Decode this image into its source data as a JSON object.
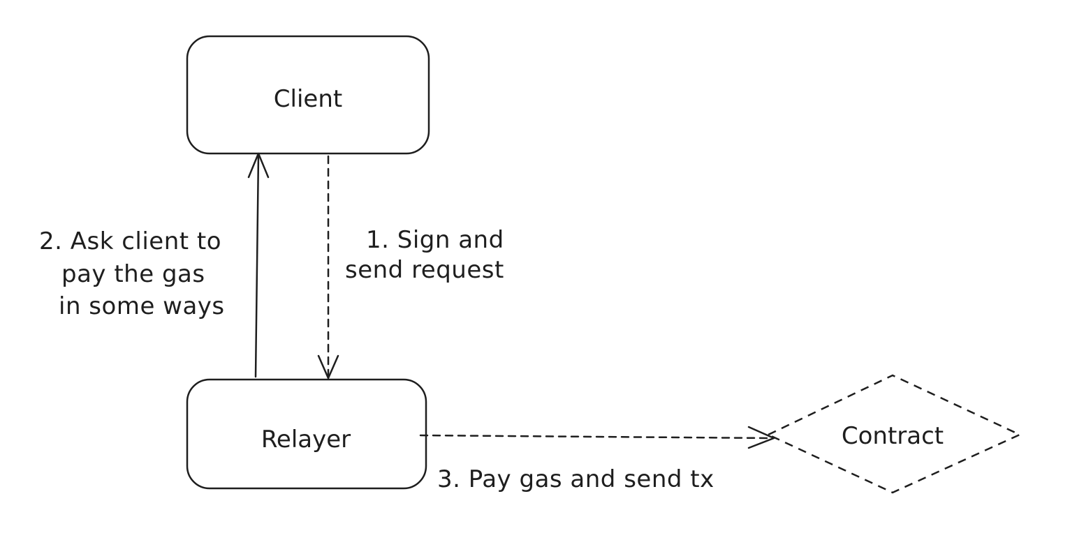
{
  "nodes": {
    "client": {
      "label": "Client"
    },
    "relayer": {
      "label": "Relayer"
    },
    "contract": {
      "label": "Contract"
    }
  },
  "edges": {
    "sign_request": {
      "label_lines": [
        "1. Sign and",
        "send request"
      ],
      "style": "dashed"
    },
    "ask_client": {
      "label_lines": [
        "2. Ask client to",
        "pay the gas",
        "in some ways"
      ],
      "style": "solid"
    },
    "pay_gas": {
      "label": "3. Pay gas and send tx",
      "style": "dashed"
    }
  },
  "colors": {
    "stroke": "#1e1e1e",
    "background": "#ffffff"
  }
}
